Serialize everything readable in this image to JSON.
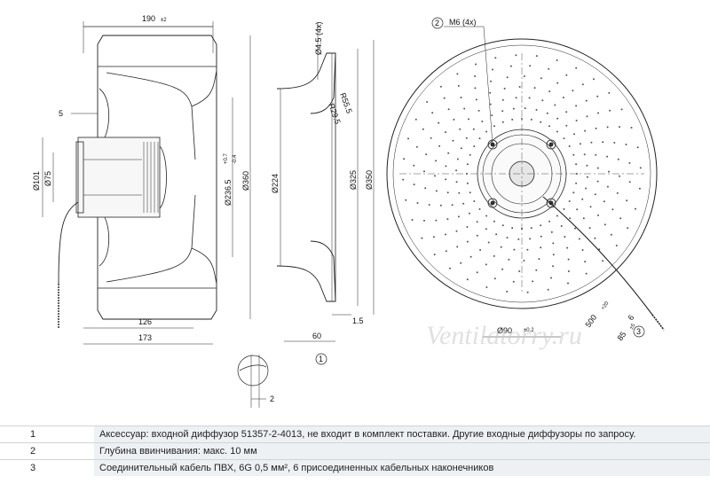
{
  "dims": {
    "width_total": "190",
    "width_tol": "±2",
    "hole_dia": "Ø4.5 (4x)",
    "thread": "M6 (4x)",
    "callout_2": "2",
    "depth_5": "5",
    "d101": "Ø101",
    "d75": "Ø75",
    "d236": "Ø236.5",
    "d236_tol_up": "+0.7",
    "d236_tol_dn": "-0.4",
    "d360": "Ø360",
    "d224": "Ø224",
    "d325": "Ø325",
    "d350": "Ø350",
    "r55": "R55.5",
    "r29": "R29.5",
    "len126": "126",
    "len173": "173",
    "len60": "60",
    "len1_5": "1.5",
    "len2": "2",
    "callout_1": "1",
    "callout_3": "3",
    "d90": "Ø90",
    "d90_tol": "±0.2",
    "cable_len": "500",
    "cable_tol": "+20",
    "len6": "6",
    "len85": "85",
    "len85_tol": "±5"
  },
  "watermark": "Ventilatorry.ru",
  "notes": [
    {
      "num": "1",
      "text": "Аксессуар: входной диффузор 51357-2-4013, не входит в комплект поставки. Другие входные диффузоры по запросу."
    },
    {
      "num": "2",
      "text": "Глубина ввинчивания: макс. 10 мм"
    },
    {
      "num": "3",
      "text": "Соединительный кабель ПВХ, 6G 0,5 мм², 6 присоединенных кабельных наконечников"
    }
  ]
}
